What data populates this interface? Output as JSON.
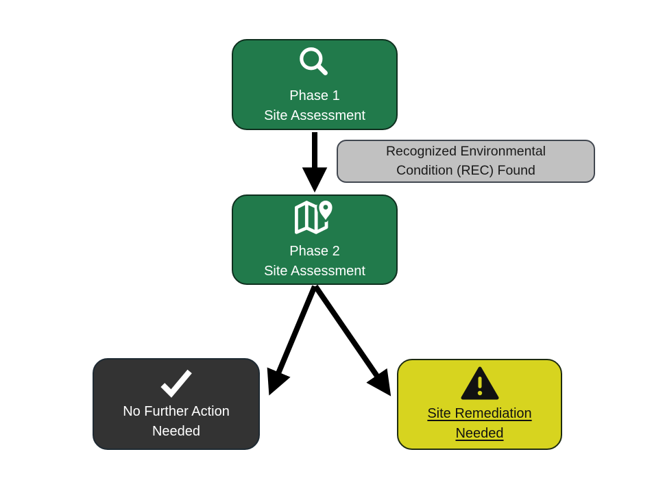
{
  "diagram": {
    "background": "#FFFFFF",
    "arrow_color": "#000000",
    "nodes": {
      "phase1": {
        "lines": [
          "Phase 1",
          "Site Assessment"
        ],
        "icon": "search-icon",
        "fill": "#217A4B",
        "border_color": "#0E2F1E",
        "text_color": "#FFFFFF"
      },
      "rec_found": {
        "lines": [
          "Recognized Environmental",
          "Condition (REC) Found"
        ],
        "fill": "#C1C1C1",
        "border_color": "#414750",
        "text_color": "#1A1A1A"
      },
      "phase2": {
        "lines": [
          "Phase 2",
          "Site Assessment"
        ],
        "icon": "map-pin-icon",
        "fill": "#217A4B",
        "border_color": "#0E2F1E",
        "text_color": "#FFFFFF"
      },
      "no_further_action": {
        "lines": [
          "No Further Action",
          "Needed"
        ],
        "icon": "check-icon",
        "fill": "#333333",
        "border_color": "#1E2A33",
        "text_color": "#FFFFFF"
      },
      "site_remediation": {
        "lines": [
          "Site Remediation",
          "Needed"
        ],
        "icon": "warning-icon",
        "fill": "#D7D41F",
        "border_color": "#1E2B10",
        "text_color": "#111111",
        "underlined": true
      }
    },
    "edges": [
      {
        "from": "phase1",
        "to": "phase2",
        "label": "Recognized Environmental Condition (REC) Found"
      },
      {
        "from": "phase2",
        "to": "no_further_action"
      },
      {
        "from": "phase2",
        "to": "site_remediation"
      }
    ]
  }
}
